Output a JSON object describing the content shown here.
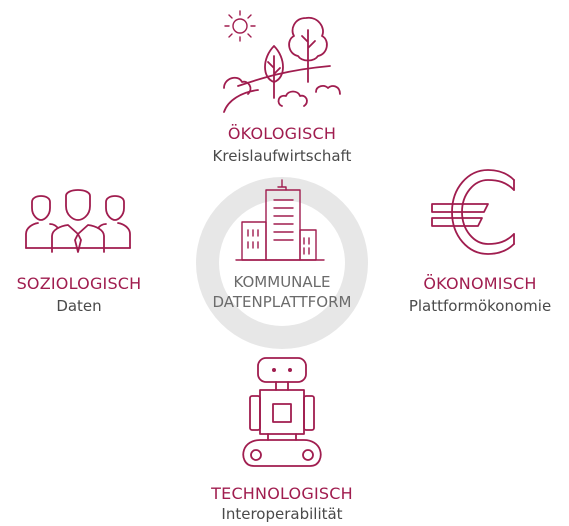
{
  "center": {
    "line1": "KOMMUNALE",
    "line2": "DATENPLATTFORM",
    "icon": "building-icon"
  },
  "pillars": {
    "top": {
      "title": "ÖKOLOGISCH",
      "subtitle": "Kreislaufwirtschaft",
      "icon": "nature-landscape-icon"
    },
    "left": {
      "title": "SOZIOLOGISCH",
      "subtitle": "Daten",
      "icon": "people-group-icon"
    },
    "right": {
      "title": "ÖKONOMISCH",
      "subtitle": "Plattformökonomie",
      "icon": "euro-icon"
    },
    "bottom": {
      "title": "TECHNOLOGISCH",
      "subtitle": "Interoperabilität",
      "icon": "robot-icon"
    }
  },
  "colors": {
    "accent": "#a01d4f",
    "ring": "#e7e7e7",
    "text_dark": "#4a4a4a",
    "text_mid": "#6b6b6b"
  }
}
